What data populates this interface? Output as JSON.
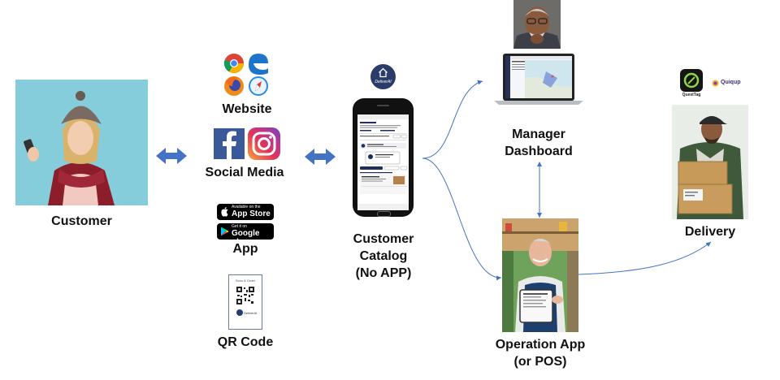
{
  "labels": {
    "customer": "Customer",
    "website": "Website",
    "social_media": "Social Media",
    "app": "App",
    "qr_code": "QR Code",
    "catalog_line1": "Customer",
    "catalog_line2": "Catalog",
    "catalog_line3": "(No APP)",
    "manager_line1": "Manager",
    "manager_line2": "Dashboard",
    "operation_line1": "Operation App",
    "operation_line2": "(or POS)",
    "delivery": "Delivery"
  },
  "badges": {
    "appstore_small": "Available on the",
    "appstore_big": "App Store",
    "googleplay_small": "Get it on",
    "googleplay_big": "Google play"
  },
  "qr_card": {
    "title": "Scan & Order",
    "brand": "DeliverAI"
  },
  "deliverai_logo_text": "DeliverAI",
  "partners": {
    "questtag": "QuestTag",
    "quiqup": "Quiqup"
  },
  "icons": [
    "chrome-icon",
    "edge-icon",
    "firefox-icon",
    "safari-icon",
    "facebook-icon",
    "instagram-icon",
    "apple-icon",
    "google-play-icon"
  ],
  "colors": {
    "arrow_blue": "#4472c4",
    "facebook_blue": "#3b5998",
    "label_text": "#111111"
  }
}
